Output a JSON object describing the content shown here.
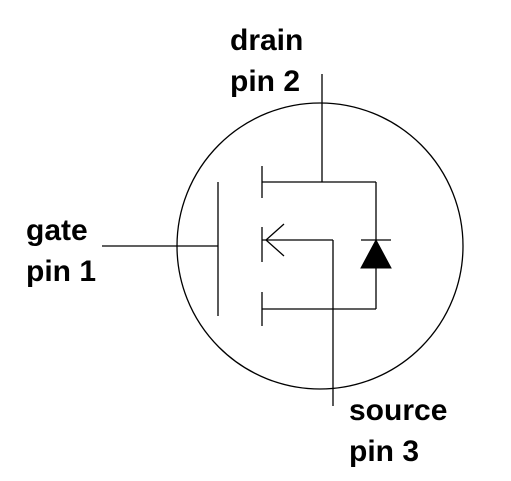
{
  "labels": {
    "drain_name": "drain",
    "drain_pin": "pin 2",
    "gate_name": "gate",
    "gate_pin": "pin 1",
    "source_name": "source",
    "source_pin": "pin 3"
  },
  "colors": {
    "line": "#000000",
    "background": "#ffffff"
  }
}
